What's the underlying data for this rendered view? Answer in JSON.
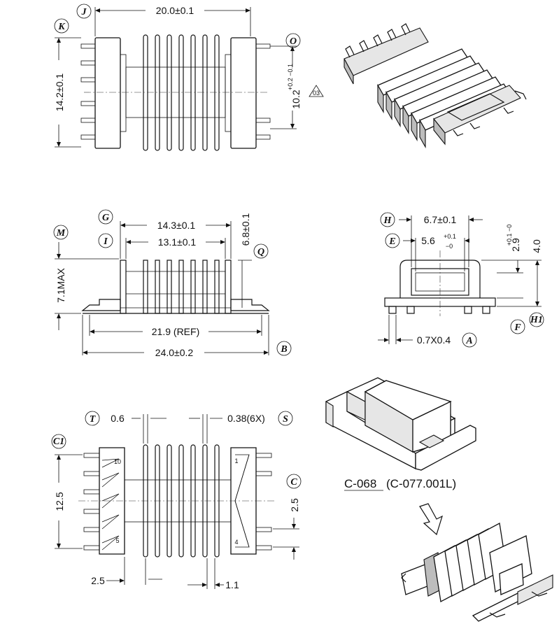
{
  "labels": {
    "J": "J",
    "K": "K",
    "O": "O",
    "M": "M",
    "G": "G",
    "I": "I",
    "Q": "Q",
    "H": "H",
    "E": "E",
    "F": "F",
    "H1": "H1",
    "A": "A",
    "B": "B",
    "T": "T",
    "S": "S",
    "C": "C",
    "C1": "C1"
  },
  "dimensions": {
    "top_width": "20.0±0.1",
    "top_height": "14.2±0.1",
    "top_right_pitch_base": "10.2",
    "top_right_pitch_tol": "+0.2 −0.1",
    "revision_mark": "03",
    "side_outer": "14.3±0.1",
    "side_inner": "13.1±0.1",
    "side_height": "6.8±0.1",
    "side_max_height": "7.1MAX",
    "side_ref": "21.9 (REF)",
    "side_total": "24.0±0.2",
    "end_width": "6.7±0.1",
    "end_inner_base": "5.6",
    "end_inner_tol_plus": "+0.1",
    "end_inner_tol_minus": "−0",
    "end_small_height": "2.9",
    "end_small_tol": "+0.1 −0",
    "end_height": "4.0",
    "end_pin": "0.7X0.4",
    "bottom_fin": "0.6",
    "bottom_gap": "0.38(6X)",
    "bottom_height": "12.5",
    "bottom_pitch": "2.5",
    "bottom_left_offset": "2.5",
    "bottom_gap2": "1.1",
    "pin_10": "10",
    "pin_5": "5",
    "pin_1": "1",
    "pin_4": "4"
  },
  "core": {
    "part_underlined": "C-068",
    "part_alt": "(C-077.001L)"
  }
}
